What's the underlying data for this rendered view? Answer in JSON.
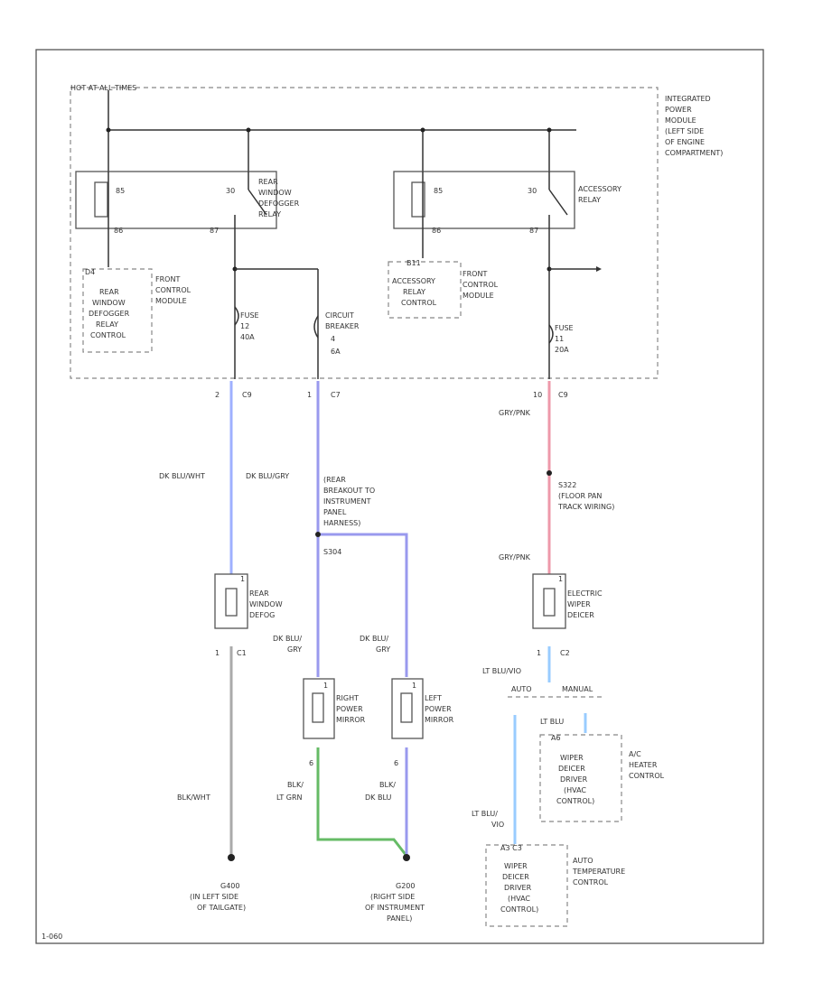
{
  "colors": {
    "background": "#ffffff",
    "line": "#333333",
    "dk_blu_wht": "#9fb0ff",
    "dk_blu_gry": "#9999ee",
    "grn_pnk": "#ee99aa",
    "lt_blu": "#99ccff",
    "lt_grn": "#66bb66"
  },
  "bus": {
    "label": "HOT AT ALL TIMES"
  },
  "ipm": {
    "label": [
      "INTEGRATED",
      "POWER",
      "MODULE",
      "(LEFT SIDE",
      "OF ENGINE",
      "COMPARTMENT)"
    ]
  },
  "relays": {
    "rear": {
      "label": [
        "REAR",
        "WINDOW",
        "DEFOGGER",
        "RELAY"
      ],
      "pin_coil_top": "85",
      "pin_switch_top": "30",
      "pin_coil_bottom": "86",
      "pin_switch_bottom": "87"
    },
    "acc": {
      "label": [
        "ACCESSORY",
        "RELAY"
      ],
      "pin_coil_top": "85",
      "pin_switch_top": "30",
      "pin_coil_bottom": "86",
      "pin_switch_bottom": "87"
    }
  },
  "fcm_left": {
    "pin": "D4",
    "module_label": [
      "REAR",
      "WINDOW",
      "DEFOGGER",
      "RELAY",
      "CONTROL"
    ],
    "side_label": [
      "FRONT",
      "CONTROL",
      "MODULE"
    ]
  },
  "fcm_right": {
    "pin": "B11",
    "module_label": [
      "ACCESSORY",
      "RELAY",
      "CONTROL"
    ],
    "side_label": [
      "FRONT",
      "CONTROL",
      "MODULE"
    ]
  },
  "fuse12": {
    "label": [
      "FUSE",
      "12",
      "40A"
    ]
  },
  "breaker": {
    "label": [
      "CIRCUIT",
      "BREAKER",
      "4",
      "6A"
    ]
  },
  "fuse11": {
    "label": [
      "FUSE",
      "11",
      "20A"
    ]
  },
  "connectors": {
    "c9_left": {
      "pin": "2",
      "name": "C9"
    },
    "c7": {
      "pin": "1",
      "name": "C7"
    },
    "c9_right": {
      "pin": "10",
      "name": "C9"
    },
    "c1": {
      "pin": "1",
      "name": "C1"
    },
    "c2": {
      "pin": "1",
      "name": "C2"
    }
  },
  "wires": {
    "dk_blu_wht": "DK BLU/WHT",
    "dk_blu_gry": "DK BLU/GRY",
    "grn_pnk_top": "GRY/PNK",
    "grn_pnk_bottom": "GRY/PNK",
    "dk_blu_gry_right": [
      "DK BLU/",
      "GRY"
    ],
    "dk_blu_gry_left": [
      "DK BLU/",
      "GRY"
    ],
    "lt_blu_vio": "LT BLU/VIO",
    "blk_wht": "BLK/WHT",
    "blk_lt_grn": [
      "BLK/",
      "LT GRN"
    ],
    "blk_dk_blu": [
      "BLK/",
      "DK BLU"
    ],
    "lt_blu_top": "LT BLU",
    "lt_blu_bottom": [
      "LT BLU/",
      "VIO"
    ]
  },
  "splices": {
    "s304": {
      "name": "S304",
      "label": [
        "(REAR",
        "BREAKOUT TO",
        "INSTRUMENT",
        "PANEL",
        "HARNESS)"
      ]
    },
    "s322": {
      "name": "S322",
      "label": [
        "(FLOOR PAN",
        "TRACK WIRING)"
      ]
    }
  },
  "loads": {
    "rear_defog": {
      "pin": "1",
      "label": [
        "REAR",
        "WINDOW",
        "DEFOG"
      ]
    },
    "wiper_deicer": {
      "pin": "1",
      "label": [
        "ELECTRIC",
        "WIPER",
        "DEICER"
      ]
    },
    "right_mirror": {
      "pin_top": "1",
      "pin_bottom": "6",
      "label": [
        "RIGHT",
        "POWER",
        "MIRROR"
      ]
    },
    "left_mirror": {
      "pin_top": "1",
      "pin_bottom": "6",
      "label": [
        "LEFT",
        "POWER",
        "MIRROR"
      ]
    }
  },
  "switch": {
    "auto": "AUTO",
    "manual": "MANUAL"
  },
  "hvac_module": {
    "pin": "A6",
    "box": [
      "WIPER",
      "DEICER",
      "DRIVER",
      "(HVAC",
      "CONTROL)"
    ],
    "side": [
      "A/C",
      "HEATER",
      "CONTROL"
    ]
  },
  "atc_module": {
    "pins": "A3 C3",
    "box": [
      "WIPER",
      "DEICER",
      "DRIVER",
      "(HVAC",
      "CONTROL)"
    ],
    "side": [
      "AUTO",
      "TEMPERATURE",
      "CONTROL"
    ]
  },
  "grounds": {
    "g400": {
      "name": "G400",
      "label": [
        "(IN LEFT SIDE",
        "OF TAILGATE)"
      ]
    },
    "g200": {
      "name": "G200",
      "label": [
        "(RIGHT SIDE",
        "OF INSTRUMENT",
        "PANEL)"
      ]
    }
  },
  "footer": {
    "code": "1-060"
  }
}
